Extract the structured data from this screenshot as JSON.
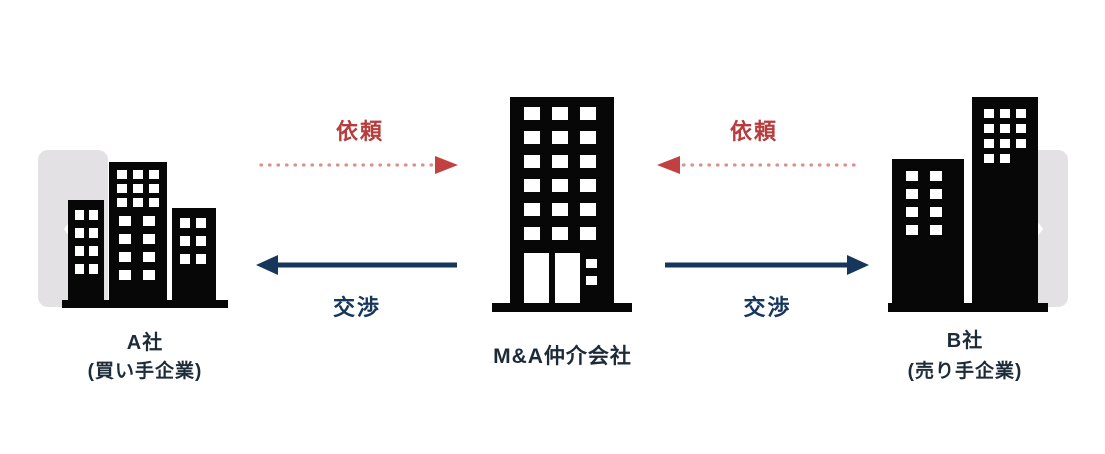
{
  "diagram": {
    "nodes": [
      {
        "title": "A社",
        "subtitle": "(買い手企業)"
      },
      {
        "title": "M&A仲介会社",
        "subtitle": ""
      },
      {
        "title": "B社",
        "subtitle": "(売り手企業)"
      }
    ],
    "arrows": [
      {
        "label": "依頼",
        "style": "dotted",
        "from": "A社",
        "to": "M&A仲介会社"
      },
      {
        "label": "依頼",
        "style": "dotted",
        "from": "B社",
        "to": "M&A仲介会社"
      },
      {
        "label": "交渉",
        "style": "solid",
        "from": "M&A仲介会社",
        "to": "A社"
      },
      {
        "label": "交渉",
        "style": "solid",
        "from": "M&A仲介会社",
        "to": "B社"
      }
    ],
    "colors": {
      "request_dots": "#de9090",
      "request_arrowhead": "#c24040",
      "request_label": "#b73c3c",
      "negotiation": "#16365c",
      "building": "#070707",
      "node_text": "#1d2b38",
      "carousel_bg": "#e4e1e4",
      "chevron": "#ffffff"
    }
  },
  "carousel": {
    "prev_icon": "chevron-left",
    "next_icon": "chevron-right"
  }
}
